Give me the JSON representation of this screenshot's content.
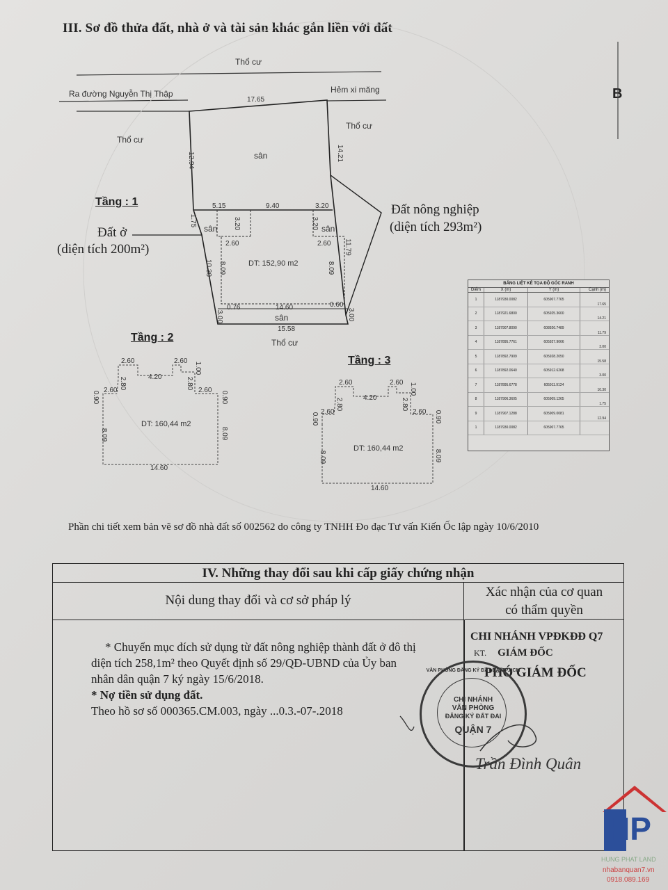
{
  "section3": {
    "title": "III. Sơ đồ thửa đất, nhà ở và tài sản khác gắn liền với đất",
    "north": "B",
    "labels": {
      "tho_cu_top": "Thổ cư",
      "ra_duong": "Ra đường Nguyễn Thị Thập",
      "hem": "Hẻm xi măng",
      "tho_cu_left": "Thổ cư",
      "tho_cu_right": "Thổ cư",
      "tho_cu_bottom": "Thổ cư",
      "san_top": "sân",
      "san_left": "sân",
      "san_right": "sân",
      "san_bottom": "sân",
      "dat_o": "Đất ở",
      "dat_o_area": "(diện tích 200m²)",
      "dat_nn": "Đất nông nghiệp",
      "dat_nn_area": "(diện tích 293m²)",
      "dt1": "DT: 152,90 m2",
      "dt2": "DT: 160,44 m2",
      "dt3": "DT: 160,44 m2"
    },
    "floors": {
      "f1": "Tầng : 1",
      "f2": "Tầng : 2",
      "f3": "Tầng : 3"
    },
    "dims": {
      "top": "17.65",
      "left_upper": "12.94",
      "right_upper": "14.21",
      "d515": "5.15",
      "d940": "9.40",
      "d320": "3.20",
      "d175": "1.75",
      "v320a": "3.20",
      "v320b": "3.20",
      "d260a": "2.60",
      "d260b": "2.60",
      "d1030": "10.30",
      "d1179": "11.79",
      "d809a": "8.09",
      "d809b": "8.09",
      "d076": "0.76",
      "d1460": "14.60",
      "d060": "0.60",
      "d300a": "3.00",
      "d300b": "3.00",
      "d1558": "15.58",
      "f2_260a": "2.60",
      "f2_260b": "2.60",
      "f2_100": "1.00",
      "f2_420": "4.20",
      "f2_260c": "2.60",
      "f2_260d": "2.60",
      "f2_280a": "2.80",
      "f2_280b": "2.80",
      "f2_090a": "0.90",
      "f2_090b": "0.90",
      "f2_809a": "8.09",
      "f2_809b": "8.09",
      "f2_1460": "14.60",
      "f3_260a": "2.60",
      "f3_260b": "2.60",
      "f3_100": "1.00",
      "f3_420": "4.20",
      "f3_260c": "2.60",
      "f3_260d": "2.60",
      "f3_280a": "2.80",
      "f3_280b": "2.80",
      "f3_090a": "0.90",
      "f3_090b": "0.90",
      "f3_809a": "8.09",
      "f3_809b": "8.09",
      "f3_1460": "14.60"
    },
    "coord_table": {
      "title": "BẢNG LIỆT KÊ TỌA ĐỘ GÓC RANH",
      "headers": [
        "Điểm",
        "X (m)",
        "Y (m)",
        "Cạnh (m)"
      ],
      "rows": [
        [
          "1",
          "1187930.0082",
          "605907.7765",
          "17.65"
        ],
        [
          "2",
          "1187921.6800",
          "605925.3600",
          "14.21"
        ],
        [
          "3",
          "1187907.8090",
          "608926.7489",
          "11.79"
        ],
        [
          "4",
          "1187895.7761",
          "605927.9066",
          "3.00"
        ],
        [
          "5",
          "1187892.7909",
          "605928.2050",
          "15.58"
        ],
        [
          "6",
          "1187892.0640",
          "605912.6268",
          "3.00"
        ],
        [
          "7",
          "1187895.6778",
          "605911.9124",
          "10.30"
        ],
        [
          "8",
          "1187906.3605",
          "605909.1265",
          "1.75"
        ],
        [
          "9",
          "1187907.1288",
          "605909.0081",
          "12.94"
        ],
        [
          "1",
          "1187930.0082",
          "605907.7765",
          ""
        ]
      ]
    },
    "detail_note": "Phần chi tiết xem bản vẽ sơ đồ nhà đất số 002562 do công ty TNHH Đo đạc Tư vấn Kiến Ốc lập ngày 10/6/2010"
  },
  "section4": {
    "title": "IV. Những thay đổi sau khi cấp giấy chứng nhận",
    "col_left": "Nội dung thay đổi và cơ sở pháp lý",
    "col_right_1": "Xác nhận của cơ quan",
    "col_right_2": "có thẩm quyền",
    "line1": "* Chuyển mục đích sử dụng từ đất nông nghiệp thành đất ở đô thị",
    "line2": "diện tích 258,1m² theo Quyết định số 29/QĐ-UBND của Ủy ban",
    "line3": "nhân dân quận 7 ký ngày 15/6/2018.",
    "line4": "* Nợ tiền sử dụng đất.",
    "line5": "Theo hồ sơ số 000365.CM.003, ngày ...0.3.-07-.2018",
    "confirm_org": "CHI NHÁNH VPĐKĐĐ Q7",
    "confirm_kt": "GIÁM ĐỐC",
    "confirm_kt_prefix": "KT.",
    "confirm_role": "PHÓ GIÁM ĐỐC",
    "signer": "Trần Đình Quân",
    "stamp_lines": [
      "CHI NHÁNH",
      "VĂN PHÒNG",
      "ĐĂNG KÝ ĐẤT ĐAI",
      "QUẬN 7"
    ],
    "stamp_ring": "VĂN PHÒNG ĐĂNG KÝ ĐẤT ĐAI TP.HCM"
  },
  "watermark": {
    "brand": "HP",
    "company": "HUNG PHAT LAND",
    "site": "nhabanquan7.vn",
    "phone": "0918.089.169"
  }
}
